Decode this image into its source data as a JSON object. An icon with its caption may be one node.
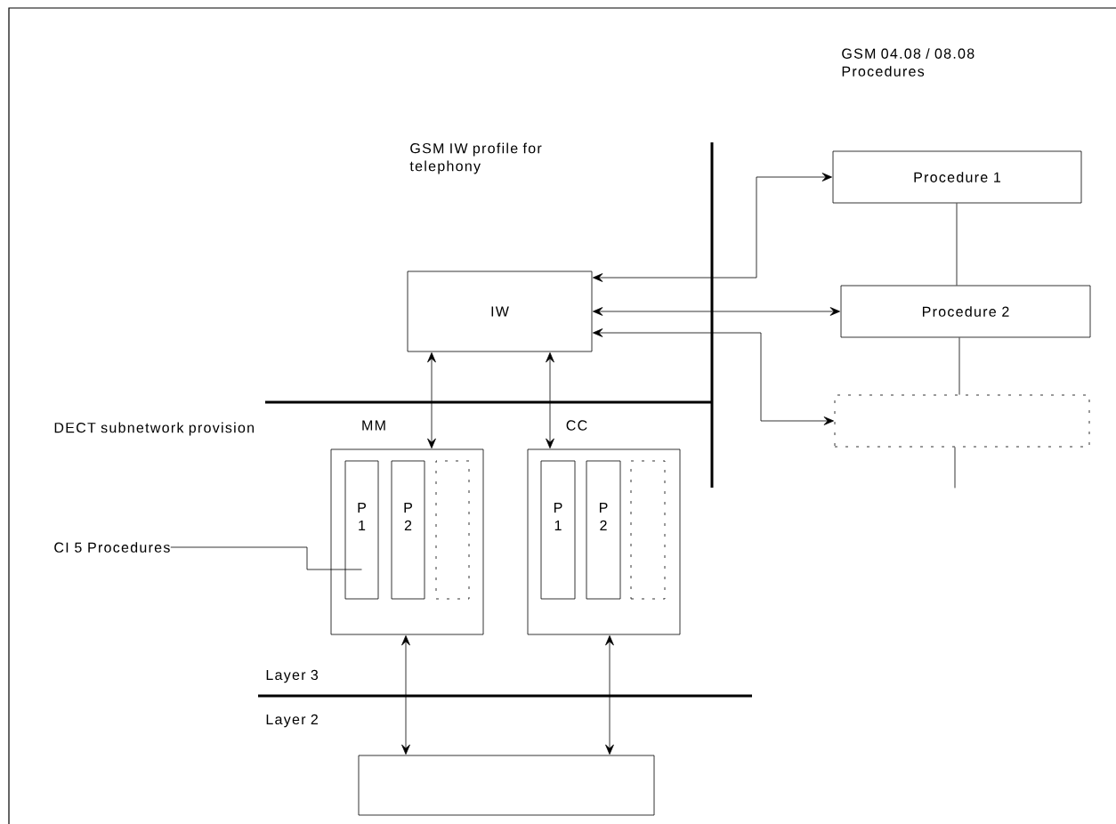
{
  "diagram": {
    "nodes": [
      {
        "text": [
          "IW"
        ]
      },
      {
        "text": [
          "Procedure 1"
        ]
      },
      {
        "text": [
          "Procedure 2"
        ]
      },
      {
        "text": [],
        "shape": "box"
      },
      {
        "text": [
          "MM"
        ]
      },
      {
        "text": [
          "P 1"
        ],
        "in": 4
      },
      {
        "text": [
          "P 2"
        ],
        "in": 4
      },
      {
        "text": [],
        "shape": "box",
        "in": 4
      },
      {
        "text": [
          "CC"
        ]
      },
      {
        "text": [
          "P 1"
        ],
        "in": 8
      },
      {
        "text": [
          "P 2"
        ],
        "in": 8
      },
      {
        "text": [],
        "shape": "box",
        "in": 8
      },
      {
        "text": [],
        "shape": "box"
      },
      {
        "text": [
          "CI 5 Procedures"
        ]
      }
    ],
    "edges": [
      {
        "from": 0,
        "to": 1,
        "arrow": "both"
      },
      {
        "from": 0,
        "to": 2,
        "arrow": "both"
      },
      {
        "from": 0,
        "to": 3,
        "arrow": "both"
      },
      {
        "from": 1,
        "to": 2,
        "arrow": "none"
      },
      {
        "from": 2,
        "to": 3,
        "arrow": "none"
      },
      {
        "from": 3,
        "to": null,
        "arrow": "none"
      },
      {
        "from": 0,
        "to": 4,
        "arrow": "both"
      },
      {
        "from": 0,
        "to": 8,
        "arrow": "both"
      },
      {
        "from": 4,
        "to": 12,
        "arrow": "both"
      },
      {
        "from": 8,
        "to": 12,
        "arrow": "both"
      },
      {
        "from": 13,
        "to": 5,
        "arrow": "none"
      }
    ],
    "labels": [
      "GSM 04.08 / 08.08 Procedures",
      "GSM IW profile for telephony",
      "DECT subnetwork provision",
      "Layer 3",
      "Layer 2"
    ]
  }
}
